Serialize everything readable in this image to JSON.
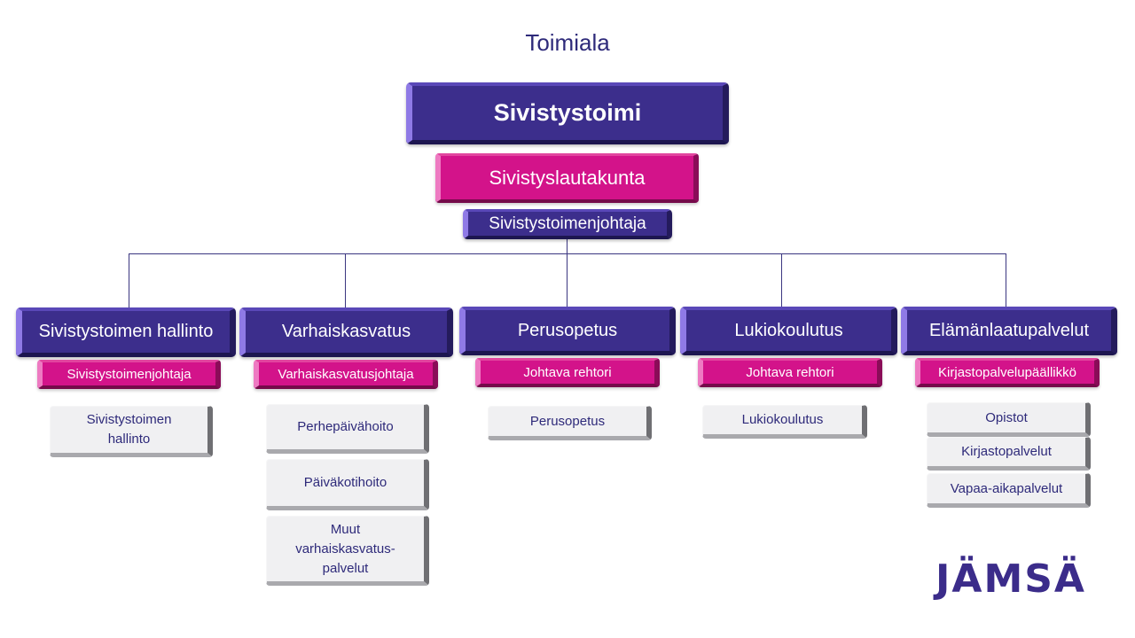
{
  "title": "Toimiala",
  "top": {
    "main": "Sivistystoimi",
    "board": "Sivistyslautakunta",
    "director": "Sivistystoimenjohtaja"
  },
  "departments": [
    {
      "name": "Sivistystoimen hallinto",
      "head": "Sivistystoimenjohtaja",
      "units": [
        "Sivistystoimen hallinto"
      ]
    },
    {
      "name": "Varhaiskasvatus",
      "head": "Varhaiskasvatusjohtaja",
      "units": [
        "Perhepäivähoito",
        "Päiväkotihoito",
        "Muut varhaiskasvatus-palvelut"
      ]
    },
    {
      "name": "Perusopetus",
      "head": "Johtava rehtori",
      "units": [
        "Perusopetus"
      ]
    },
    {
      "name": "Lukiokoulutus",
      "head": "Johtava rehtori",
      "units": [
        "Lukiokoulutus"
      ]
    },
    {
      "name": "Elämänlaatupalvelut",
      "head": "Kirjastopalvelupäällikkö",
      "units": [
        "Opistot",
        "Kirjastopalvelut",
        "Vapaa-aikapalvelut"
      ]
    }
  ],
  "logo": {
    "text": "JÄMSÄ",
    "color": "#3b2c8a"
  },
  "colors": {
    "purple": "#3c2e8c",
    "magenta": "#d3138a",
    "grey": "#f0f0f2",
    "text": "#2e2a7a"
  }
}
